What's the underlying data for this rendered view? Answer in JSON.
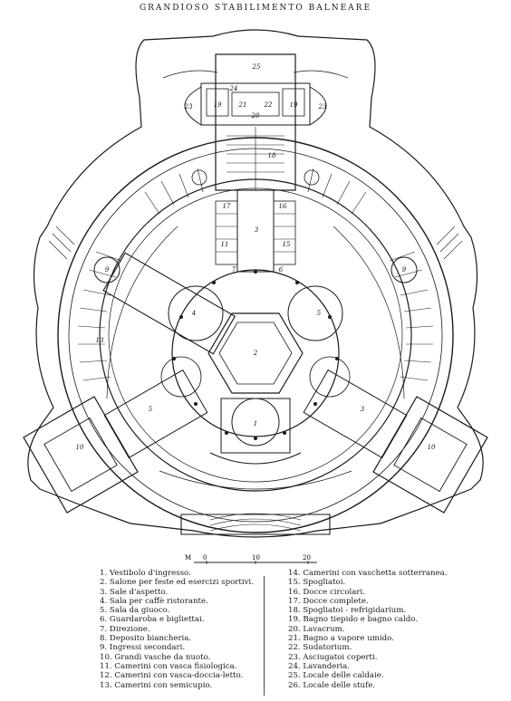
{
  "title": "GRANDIOSO STABILIMENTO BALNEARE",
  "scale": {
    "prefix": "M",
    "ticks": [
      "0",
      "10",
      "20"
    ]
  },
  "plan_labels": {
    "l1": "1",
    "l2": "2",
    "l3": "3",
    "l4": "4",
    "l5": "5",
    "l6": "6",
    "l7": "7",
    "l9": "9",
    "l10": "10",
    "l11": "11",
    "l13": "13",
    "l15": "15",
    "l16": "16",
    "l17": "17",
    "l18": "18",
    "l19": "19",
    "l20": "20",
    "l21": "21",
    "l22": "22",
    "l23": "23",
    "l24": "24",
    "l25": "25"
  },
  "legend_left": [
    "1. Vestibolo d'ingresso.",
    "2. Salone per feste ed esercizi sportivi.",
    "3. Sale d'aspetto.",
    "4. Sala per caffè ristorante.",
    "5. Sala da giuoco.",
    "6. Guardaroba e bigliettai.",
    "7. Direzione.",
    "8. Deposito biancheria.",
    "9. Ingressi secondari.",
    "10. Grandi vasche da nuoto.",
    "11. Camerini con vasca fisiologica.",
    "12. Camerini con vasca-doccia-letto.",
    "13. Camerini con semicupio."
  ],
  "legend_right": [
    "14. Camerini con vaschetta sotterranea.",
    "15. Spogliatoi.",
    "16. Docce circolari.",
    "17. Docce complete.",
    "18. Spogliatoi - refrigidarium.",
    "19. Bagno tiepido e bagno caldo.",
    "20. Lavacrum.",
    "21. Bagno a vapore umido.",
    "22. Sudatorium.",
    "23. Asciugatoi coperti.",
    "24. Lavanderia.",
    "25. Locale delle caldaie.",
    "26. Locale delle stufe."
  ]
}
